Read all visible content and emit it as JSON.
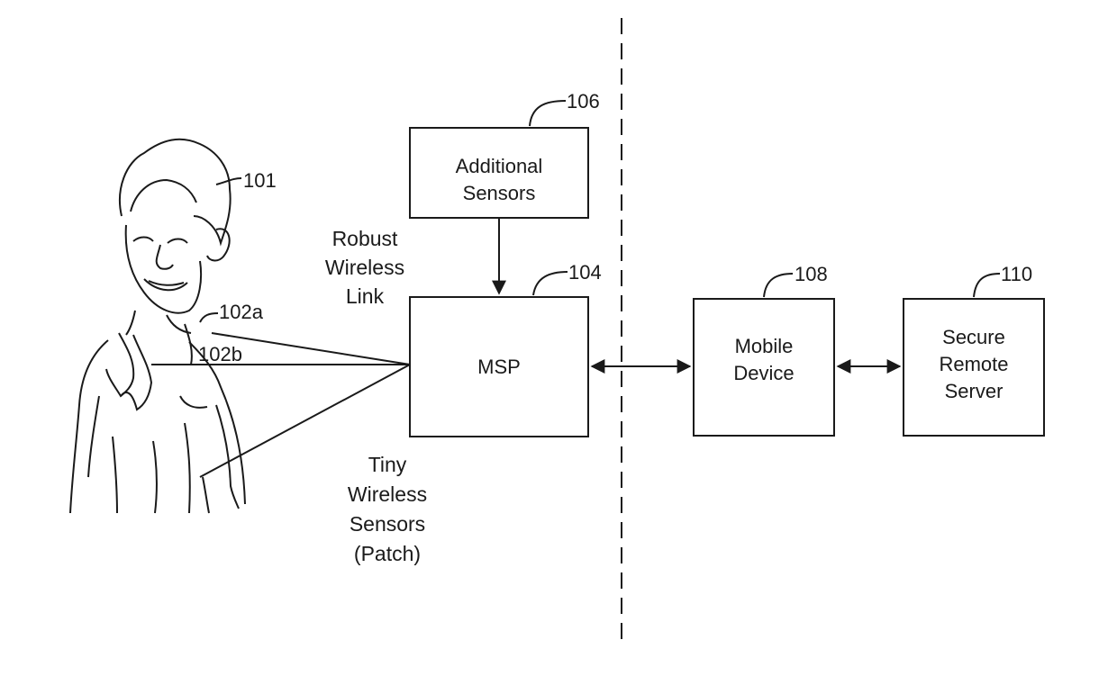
{
  "figure": {
    "labels": {
      "robust_link": [
        "Robust",
        "Wireless",
        "Link"
      ],
      "tiny_sensors": [
        "Tiny",
        "Wireless",
        "Sensors",
        "(Patch)"
      ]
    },
    "boxes": {
      "additional_sensors": [
        "Additional",
        "Sensors"
      ],
      "msp": [
        "MSP"
      ],
      "mobile_device": [
        "Mobile",
        "Device"
      ],
      "secure_server": [
        "Secure",
        "Remote",
        "Server"
      ]
    },
    "refs": {
      "person": "101",
      "sensor_a": "102a",
      "sensor_b": "102b",
      "msp": "104",
      "additional_sensors": "106",
      "mobile_device": "108",
      "secure_server": "110"
    }
  }
}
